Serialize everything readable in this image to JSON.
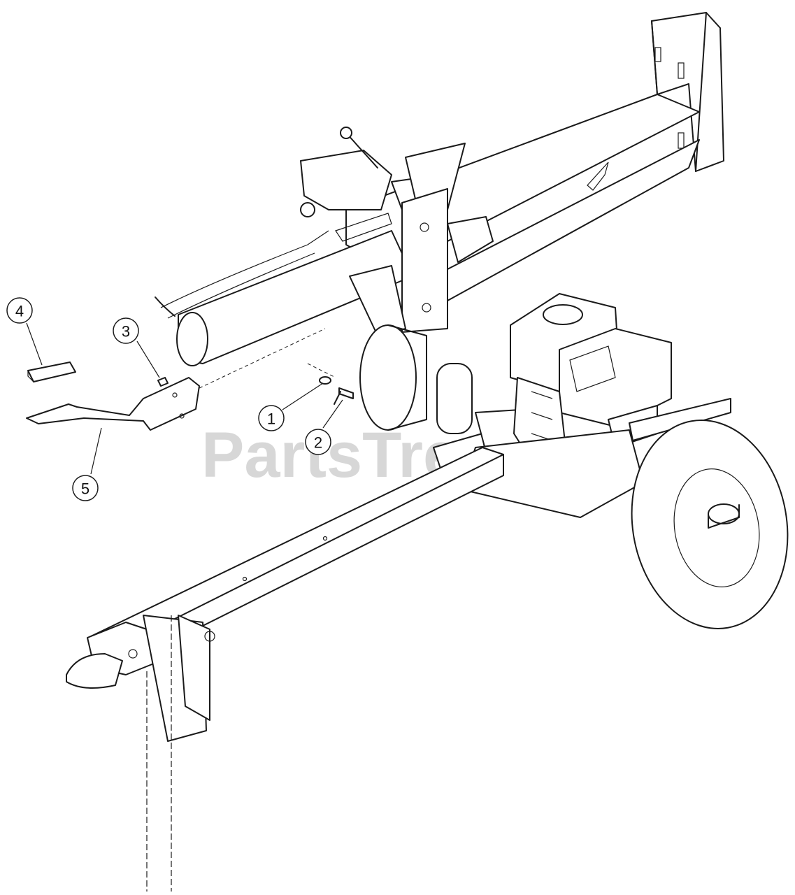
{
  "watermark": {
    "text": "PartsTree",
    "tm": "™"
  },
  "callouts": [
    {
      "label": "1"
    },
    {
      "label": "2"
    },
    {
      "label": "3"
    },
    {
      "label": "4"
    },
    {
      "label": "5"
    }
  ]
}
